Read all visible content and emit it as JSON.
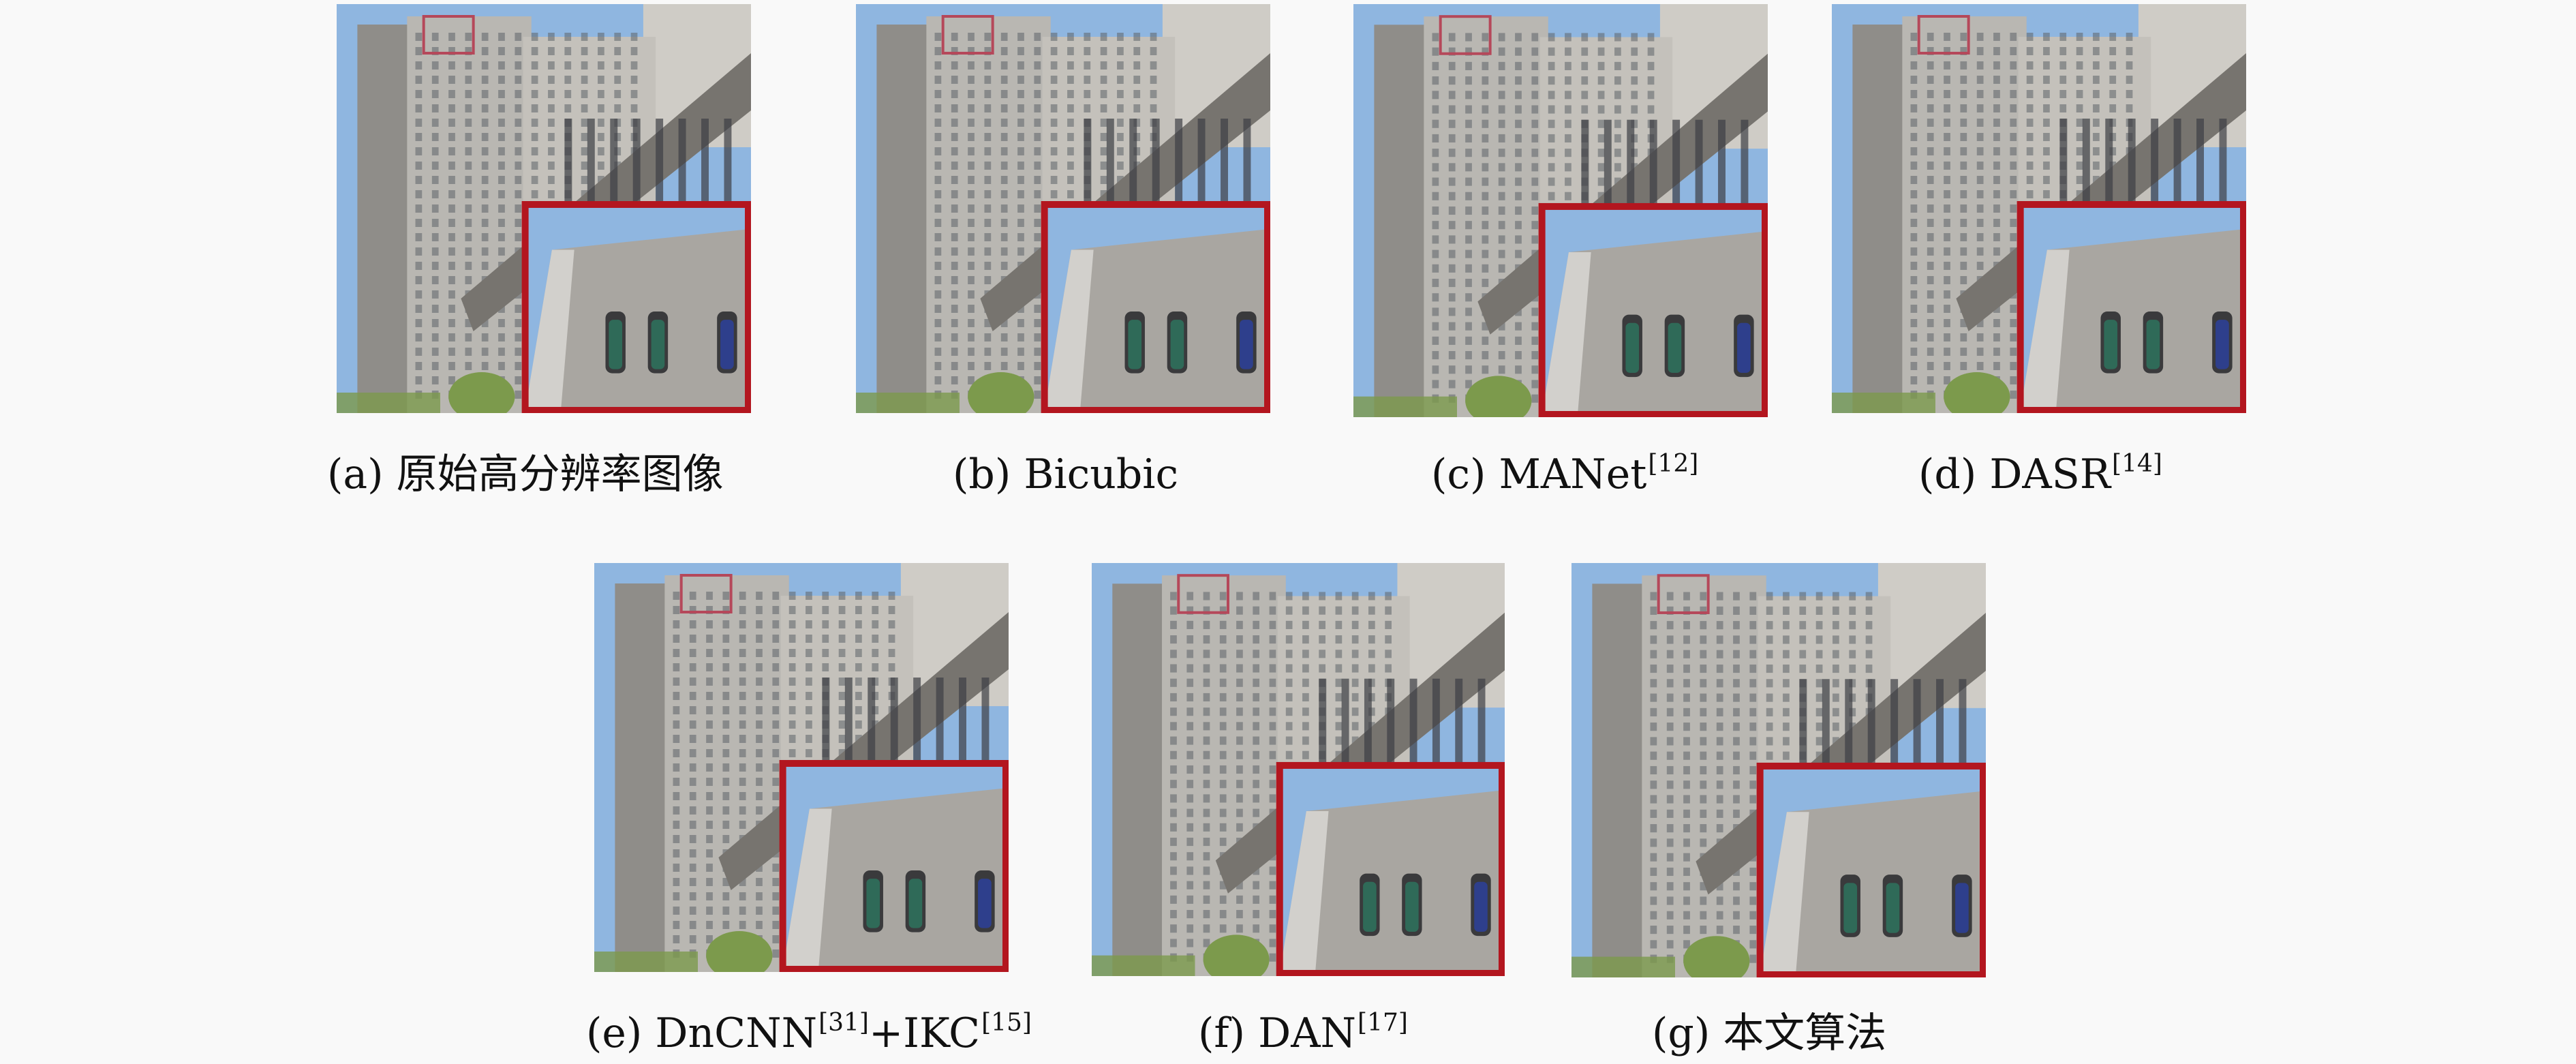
{
  "figure": {
    "panels": [
      {
        "id": "a",
        "tag": "(a)",
        "label": "原始高分辨率图像",
        "cite": "",
        "rest": ""
      },
      {
        "id": "b",
        "tag": "(b)",
        "label": "Bicubic",
        "cite": "",
        "rest": ""
      },
      {
        "id": "c",
        "tag": "(c)",
        "label": "MANet",
        "cite": "[12]",
        "rest": ""
      },
      {
        "id": "d",
        "tag": "(d)",
        "label": "DASR",
        "cite": "[14]",
        "rest": ""
      },
      {
        "id": "e",
        "tag": "(e)",
        "label": "DnCNN",
        "cite": "[31]",
        "rest": "+IKC",
        "cite2": "[15]"
      },
      {
        "id": "f",
        "tag": "(f)",
        "label": "DAN",
        "cite": "[17]",
        "rest": ""
      },
      {
        "id": "g",
        "tag": "(g)",
        "label": "本文算法",
        "cite": "",
        "rest": ""
      }
    ],
    "colors": {
      "sky": "#8fb6e0",
      "building": "#b9b7b2",
      "building_shade": "#8f8d89",
      "window": "#5f646a",
      "zoom_border": "#b3161f",
      "roi_border": "#b5485a",
      "foliage": "#7c9a4c",
      "wall": "#a9a6a1",
      "glass": "#2f6a58",
      "glass_blue": "#2e3f8c"
    }
  }
}
